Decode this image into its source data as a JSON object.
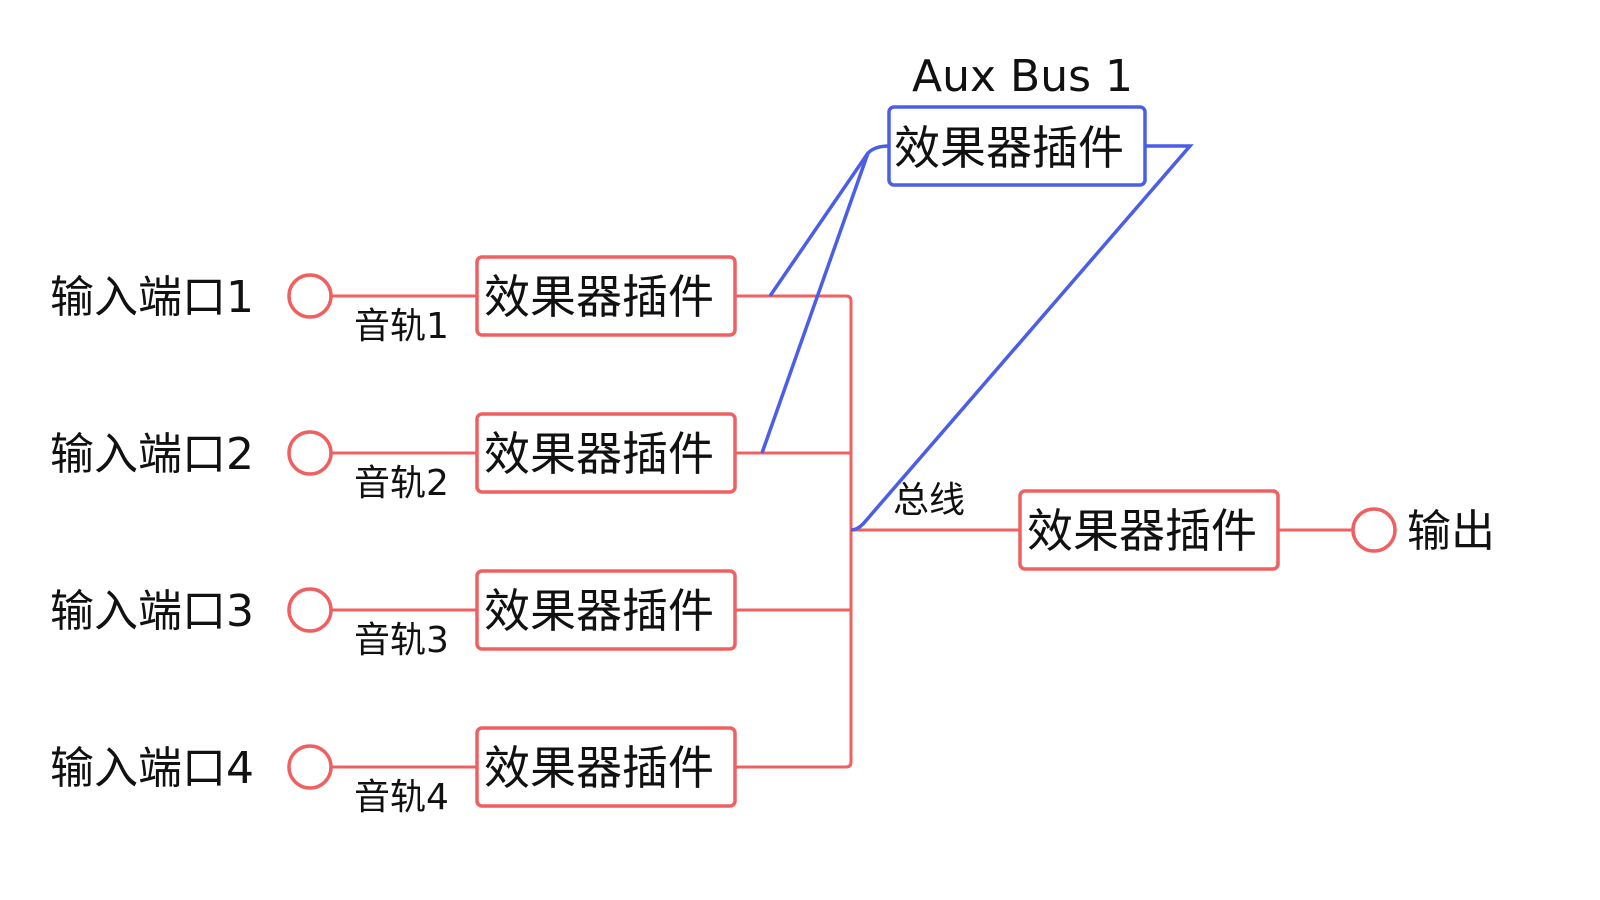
{
  "colors": {
    "main": "#f06060",
    "aux": "#4a5ee8",
    "text": "#111111"
  },
  "inputs": [
    {
      "label": "输入端口1",
      "track": "音轨1",
      "plugin": "效果器插件"
    },
    {
      "label": "输入端口2",
      "track": "音轨2",
      "plugin": "效果器插件"
    },
    {
      "label": "输入端口3",
      "track": "音轨3",
      "plugin": "效果器插件"
    },
    {
      "label": "输入端口4",
      "track": "音轨4",
      "plugin": "效果器插件"
    }
  ],
  "aux_bus": {
    "title": "Aux Bus 1",
    "plugin": "效果器插件"
  },
  "main_bus": {
    "label": "总线",
    "plugin": "效果器插件"
  },
  "output": {
    "label": "输出"
  }
}
